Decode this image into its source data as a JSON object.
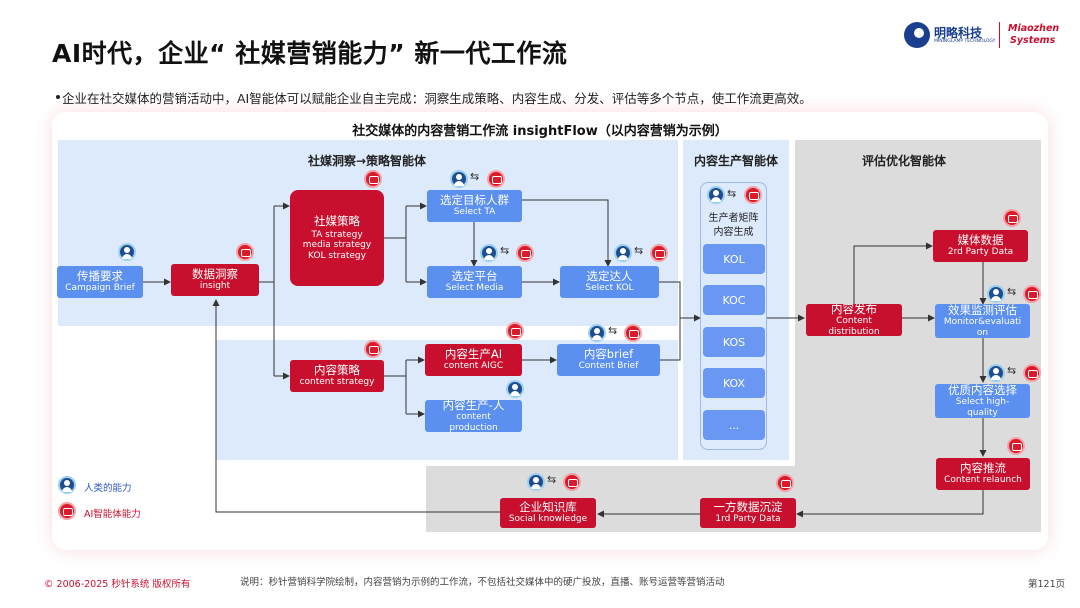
{
  "title": "AI时代，企业“ 社媒营销能力” 新一代工作流",
  "bullet": "企业在社交媒体的营销活动中，AI智能体可以赋能企业自主完成：洞察生成策略、内容生成、分发、评估等多个节点，使工作流更高效。",
  "logo": {
    "name": "明略科技",
    "sub": "MININGLAMP TECHNOLOGY",
    "partner_l1": "Miaozhen",
    "partner_l2": "Systems"
  },
  "diagram": {
    "title": "社交媒体的内容营销工作流 insightFlow（以内容营销为示例）",
    "zones": {
      "insight_strategy": "社媒洞察→策略智能体",
      "content_production": "内容生产智能体",
      "evaluation": "评估优化智能体"
    },
    "nodes": {
      "brief": {
        "l1": "传播要求",
        "l2": "Campaign Brief"
      },
      "insight": {
        "l1": "数据洞察",
        "l2": "insight"
      },
      "social_strategy": {
        "l1": "社媒策略",
        "l2": "TA strategy",
        "l3": "media strategy",
        "l4": "KOL strategy"
      },
      "select_ta": {
        "l1": "选定目标人群",
        "l2": "Select TA"
      },
      "select_media": {
        "l1": "选定平台",
        "l2": "Select Media"
      },
      "select_kol": {
        "l1": "选定达人",
        "l2": "Select KOL"
      },
      "content_strategy": {
        "l1": "内容策略",
        "l2": "content strategy"
      },
      "aigc": {
        "l1": "内容生产AI",
        "l2": "content AIGC"
      },
      "human_production": {
        "l1": "内容生产-人",
        "l2": "content",
        "l3": "production"
      },
      "content_brief": {
        "l1": "内容brief",
        "l2": "Content Brief"
      },
      "matrix": {
        "l1": "生产者矩阵",
        "l2": "内容生成"
      },
      "distribution": {
        "l1": "内容发布",
        "l2": "Content",
        "l3": "distribution"
      },
      "third_party": {
        "l1": "媒体数据",
        "l2": "2rd Party Data"
      },
      "monitor": {
        "l1": "效果监测评估",
        "l2": "Monitor&evaluati",
        "l3": "on"
      },
      "select_quality": {
        "l1": "优质内容选择",
        "l2": "Select high-",
        "l3": "quality"
      },
      "relaunch": {
        "l1": "内容推流",
        "l2": "Content relaunch"
      },
      "first_party": {
        "l1": "一方数据沉淀",
        "l2": "1rd Party Data"
      },
      "knowledge": {
        "l1": "企业知识库",
        "l2": "Social knowledge"
      }
    },
    "producers": [
      "KOL",
      "KOC",
      "KOS",
      "KOX",
      "..."
    ],
    "legend": {
      "human": "人类的能力",
      "ai": "AI智能体能力"
    }
  },
  "footer": {
    "copyright": "© 2006-2025 秒针系统 版权所有",
    "note": "说明：秒针营销科学院绘制，内容营销为示例的工作流，不包括社交媒体中的硬广投放，直播、账号运营等营销活动",
    "page": "第121页"
  },
  "colors": {
    "red": "#c8102e",
    "blue": "#5b8ff0",
    "light_blue_zone": "#ddeafc",
    "gray_zone": "#dcdcdc"
  }
}
